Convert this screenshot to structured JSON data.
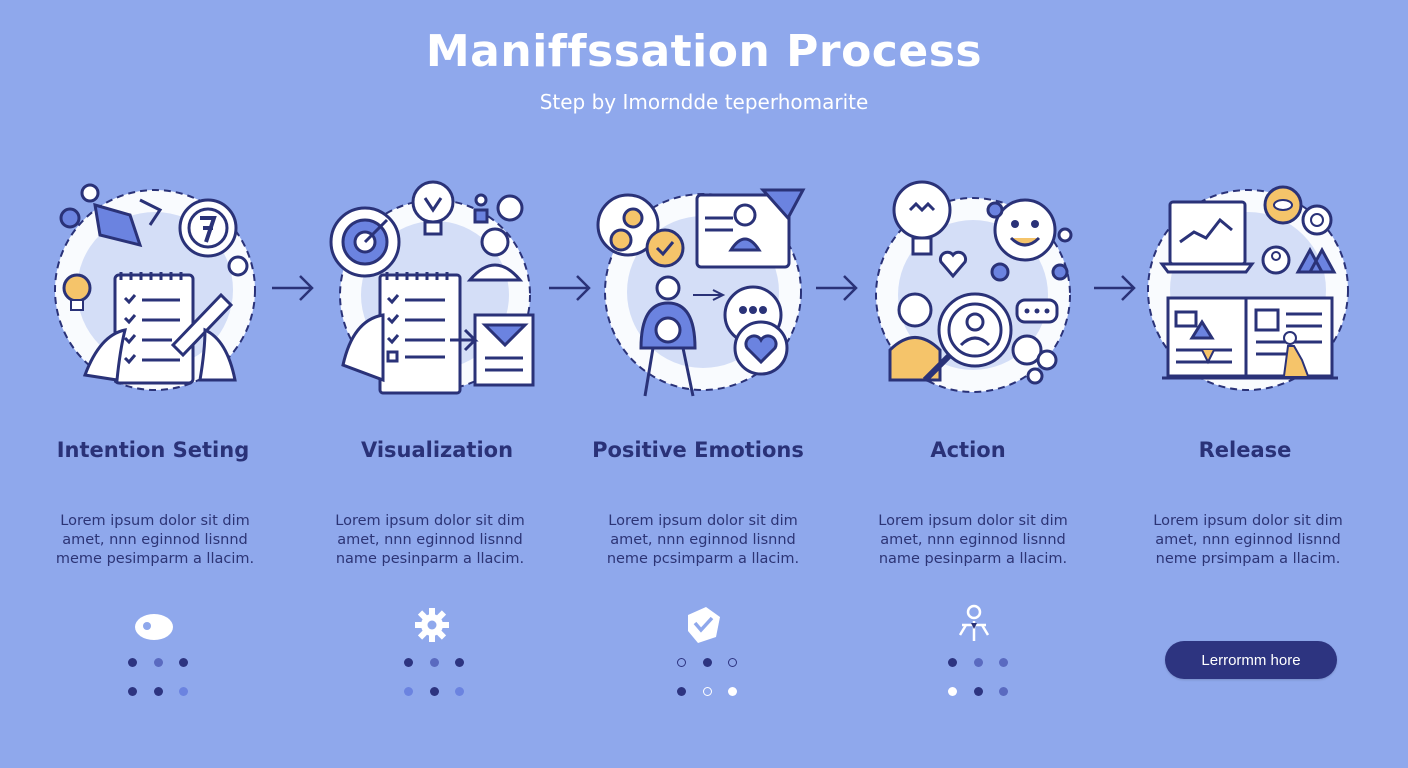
{
  "header": {
    "title": "Maniffssation Process",
    "subtitle": "Step by Imorndde teperhomarite"
  },
  "colors": {
    "background": "#8fa8ec",
    "ink": "#2a3278",
    "ring": "#6b83e0",
    "accent_yellow": "#f5c46a",
    "white": "#ffffff"
  },
  "steps": [
    {
      "title": "Intention Seting",
      "desc": [
        "Lorem ipsum dolor sit dim",
        "amet, nnn eginnod lisnnd",
        "meme pesimparm a llacim."
      ],
      "illustration": "checklist-with-pen-icon",
      "mini_icon": "toggle-icon",
      "dots_row1": [
        "#2d3480",
        "#5a6ac0",
        "#2d3480"
      ],
      "dots_row2": [
        "#2d3480",
        "#2d3480",
        "#6b83e0"
      ]
    },
    {
      "title": "Visualization",
      "desc": [
        "Lorem ipsum dolor sit dim",
        "amet, nnn eginnod lisnnd",
        "name pesinparm a llacim."
      ],
      "illustration": "target-checklist-icon",
      "mini_icon": "gear-icon",
      "dots_row1": [
        "#2d3480",
        "#5a6ac0",
        "#2d3480"
      ],
      "dots_row2": [
        "#6b83e0",
        "#2d3480",
        "#6b83e0"
      ]
    },
    {
      "title": "Positive Emotions",
      "desc": [
        "Lorem ipsum dolor sit dim",
        "amet, nnn eginnod lisnnd",
        "neme pcsimparm a llacim."
      ],
      "illustration": "person-heart-icon",
      "mini_icon": "check-tag-icon",
      "dots_row1": [
        "outline",
        "#2d3480",
        "outline"
      ],
      "dots_row2": [
        "#2d3480",
        "outline-white",
        "#ffffff"
      ]
    },
    {
      "title": "Action",
      "desc": [
        "Lorem ipsum dolor sit dim",
        "amet, nnn eginnod lisnnd",
        "name pesinparm a llacim."
      ],
      "illustration": "lightbulb-person-icon",
      "mini_icon": "person-network-icon",
      "dots_row1": [
        "#2d3480",
        "#5a6ac0",
        "#5a6ac0"
      ],
      "dots_row2": [
        "#ffffff",
        "#2d3480",
        "#5a6ac0"
      ]
    },
    {
      "title": "Release",
      "desc": [
        "Lorem ipsum dolor sit dim",
        "amet, nnn eginnod lisnnd",
        "neme prsimpam a llacim."
      ],
      "illustration": "laptop-book-icon"
    }
  ],
  "cta": {
    "label": "Lerrormm hore"
  }
}
